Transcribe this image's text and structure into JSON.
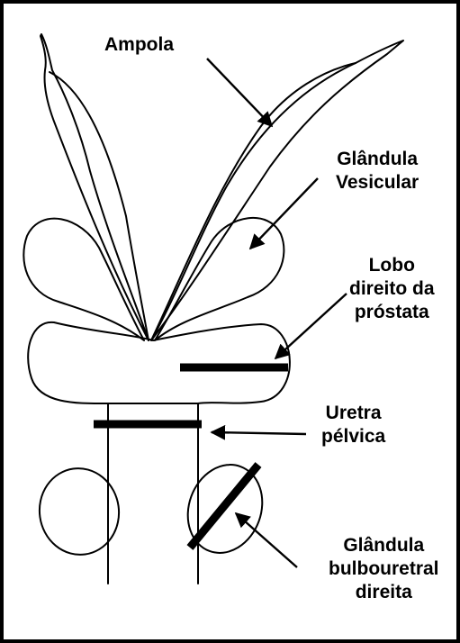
{
  "labels": {
    "ampola": {
      "lines": [
        "Ampola"
      ]
    },
    "glandula_vesicular": {
      "lines": [
        "Glândula",
        "Vesicular"
      ]
    },
    "lobo_direito": {
      "lines": [
        "Lobo",
        "direito da",
        "próstata"
      ]
    },
    "uretra_pelvica": {
      "lines": [
        "Uretra",
        "pélvica"
      ]
    },
    "glandula_bulbouretral": {
      "lines": [
        "Glândula",
        "bulbouretral",
        "direita"
      ]
    }
  },
  "colors": {
    "ink": "#000000",
    "paper": "#ffffff"
  }
}
